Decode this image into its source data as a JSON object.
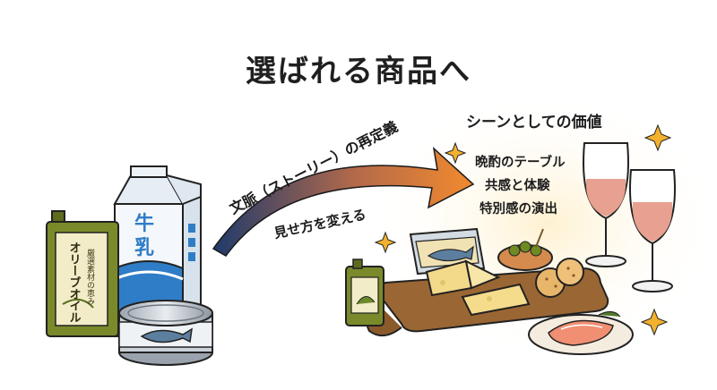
{
  "title": "選ばれる商品へ",
  "arrow": {
    "top_label": "文脈（ストーリー）の再定義",
    "bottom_label": "見せ方を変える"
  },
  "scene": {
    "heading": "シーンとしての価値",
    "items": [
      "晩酌のテーブル",
      "共感と体験",
      "特別感の演出"
    ]
  },
  "products": {
    "oil_can_text_1": "厳選素材の恵み",
    "oil_can_text_2": "オリーブオイル",
    "milk_label_1": "牛",
    "milk_label_2": "乳"
  },
  "colors": {
    "arrow_start": "#1f3a6b",
    "arrow_end": "#f28a2e",
    "olive_can": "#7a8a2a",
    "milk_blue": "#2f7dc6",
    "wine": "#e8a090",
    "board": "#8b5a2b"
  }
}
